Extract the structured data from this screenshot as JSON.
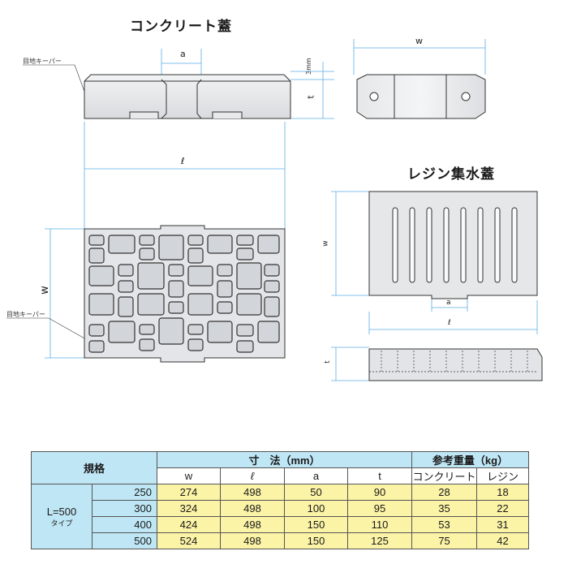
{
  "titles": {
    "concrete": "コンクリート蓋",
    "resin": "レジン集水蓋"
  },
  "callouts": {
    "keeper_top": "目地キーパー",
    "keeper_plan": "目地キーパー"
  },
  "dims": {
    "a": "a",
    "w": "w",
    "l": "ℓ",
    "t": "t",
    "three_mm": "3mm"
  },
  "table": {
    "header_spec": "規格",
    "header_dim": "寸　法（mm）",
    "header_weight": "参考重量（kg）",
    "col_w": "w",
    "col_l": "ℓ",
    "col_a": "a",
    "col_t": "t",
    "col_concrete": "コンクリート",
    "col_resin": "レジン",
    "type_label": "L=500",
    "type_sub": "タイプ",
    "rows": [
      {
        "spec": "250",
        "w": "274",
        "l": "498",
        "a": "50",
        "t": "90",
        "concrete": "28",
        "resin": "18"
      },
      {
        "spec": "300",
        "w": "324",
        "l": "498",
        "a": "100",
        "t": "95",
        "concrete": "35",
        "resin": "22"
      },
      {
        "spec": "400",
        "w": "424",
        "l": "498",
        "a": "150",
        "t": "110",
        "concrete": "53",
        "resin": "31"
      },
      {
        "spec": "500",
        "w": "524",
        "l": "498",
        "a": "150",
        "t": "125",
        "concrete": "75",
        "resin": "42"
      }
    ]
  }
}
